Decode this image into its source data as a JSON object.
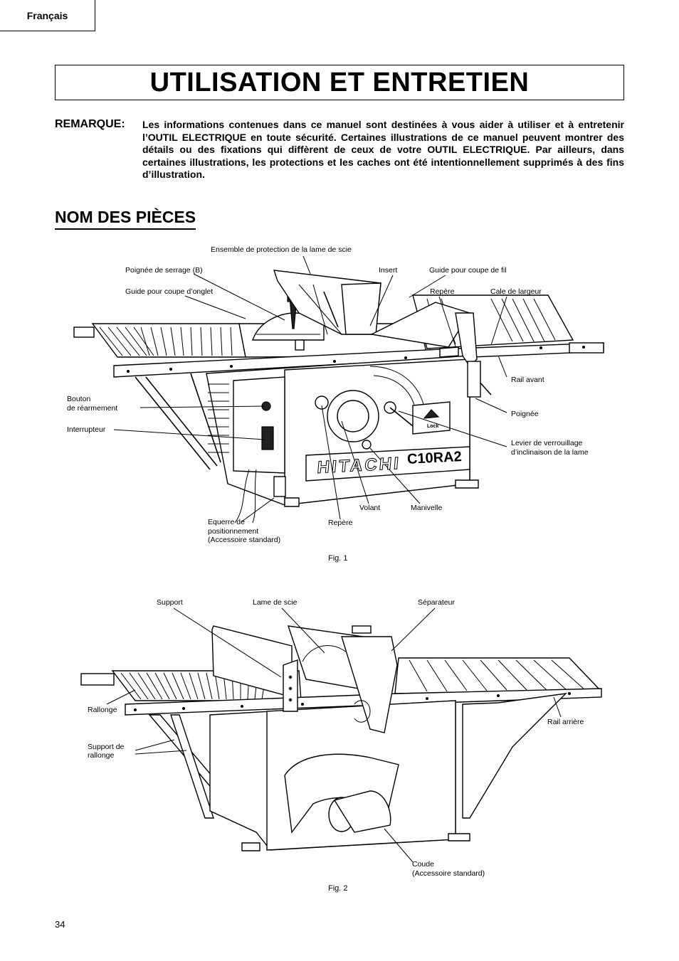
{
  "header": {
    "language": "Français"
  },
  "title": "UTILISATION ET ENTRETIEN",
  "remark": {
    "label": "REMARQUE:",
    "text": "Les informations contenues dans ce manuel sont destinées à vous aider à utiliser et à entretenir l’OUTIL ELECTRIQUE en toute sécurité. Certaines illustrations de ce manuel peuvent montrer des détails ou des fixations qui diffèrent de ceux de votre OUTIL ELECTRIQUE. Par ailleurs, dans certaines illustrations, les protections et les caches ont été intentionnellement supprimés à des fins d’illustration."
  },
  "section_title": "NOM DES PIÈCES",
  "fig1": {
    "caption": "Fig. 1",
    "brand": "HITACHI",
    "model": "C10RA2",
    "lock_label": "Lock",
    "labels": {
      "blade_guard_assembly": "Ensemble de protection de la lame de scie",
      "clamp_handle": "Poignée de serrage (B)",
      "insert": "Insert",
      "rip_fence": "Guide pour coupe de fil",
      "miter_gauge": "Guide pour coupe d’onglet",
      "mark_top": "Repère",
      "width_shim": "Cale de largeur",
      "front_rail": "Rail avant",
      "reset_button_1": "Bouton",
      "reset_button_2": "de réarmement",
      "handle": "Poignée",
      "switch": "Interrupteur",
      "bevel_lock_1": "Levier de verrouillage",
      "bevel_lock_2": "d’inclinaison de la lame",
      "handwheel": "Volant",
      "crank": "Manivelle",
      "square_1": "Equerre de",
      "square_2": "positionnement",
      "square_3": "(Accessoire standard)",
      "mark_bottom": "Repère"
    }
  },
  "fig2": {
    "caption": "Fig. 2",
    "labels": {
      "support": "Support",
      "saw_blade": "Lame de scie",
      "separator": "Séparateur",
      "extension": "Rallonge",
      "rear_rail": "Rail arrière",
      "extension_support_1": "Support de",
      "extension_support_2": "rallonge",
      "elbow_1": "Coude",
      "elbow_2": "(Accessoire standard)"
    }
  },
  "page_number": "34"
}
